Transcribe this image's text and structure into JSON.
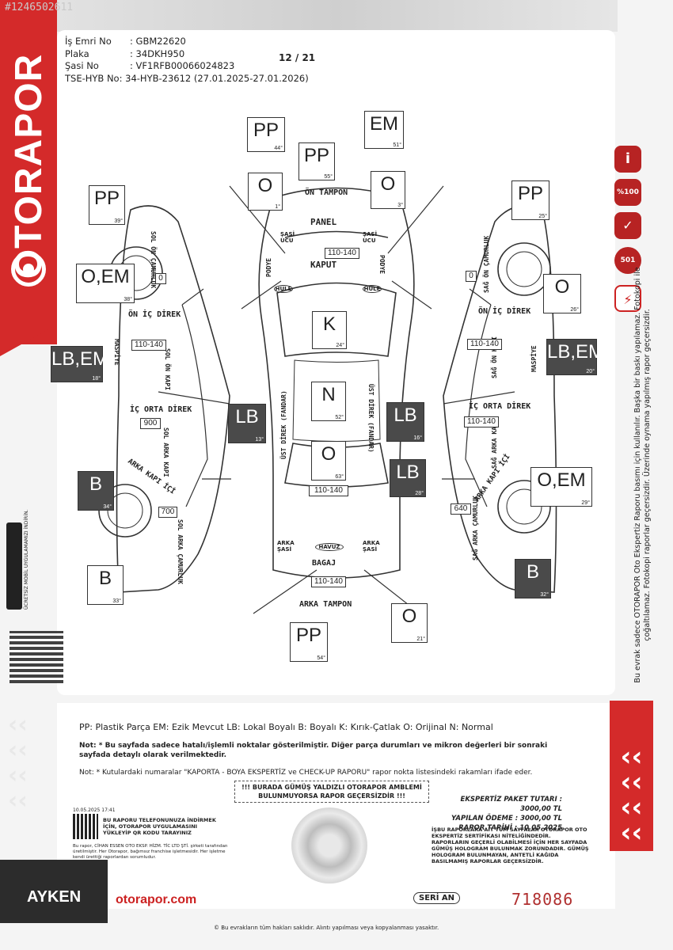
{
  "watermark": "#1246502611",
  "brand": "OTORAPOR",
  "header": {
    "rows": [
      {
        "label": "İş Emri No",
        "value": ": GBM22620"
      },
      {
        "label": "Plaka",
        "value": ": 34DKH950"
      },
      {
        "label": "Şasi No",
        "value": ": VF1RFB00066024823"
      },
      {
        "label": "TSE-HYB No",
        "value": ": 34-HYB-23612 (27.01.2025-27.01.2026)"
      }
    ],
    "page": "12 / 21"
  },
  "parts": {
    "on_tampon": "ÖN TAMPON",
    "panel": "PANEL",
    "kaput": "KAPUT",
    "sasi_ucu_l": "ŞASİ UCU",
    "sasi_ucu_r": "ŞASİ UCU",
    "podye_l": "PODYE",
    "podye_r": "PODYE",
    "hule_l": "HULE",
    "hule_r": "HULE",
    "ust_direk_l": "ÜST DİREK (FANDAR)",
    "ust_direk_r": "ÜST DİREK (FANDAR)",
    "arka_sasi_l": "ARKA ŞASİ",
    "arka_sasi_r": "ARKA ŞASİ",
    "havuz": "HAVUZ",
    "bagaj": "BAGAJ",
    "arka_tampon": "ARKA TAMPON",
    "sol_on_camurluk": "SOL ÖN ÇAMURLUK",
    "on_ic_direk_l": "ÖN İÇ DİREK",
    "maspiye_l": "MASPİYE",
    "sol_on_kapi": "SOL ÖN KAPI",
    "ic_orta_direk_l": "İÇ ORTA DİREK",
    "sol_arka_kapi": "SOL ARKA KAPI",
    "arka_kapi_ici_l": "ARKA KAPI İÇİ",
    "sol_arka_camurluk": "SOL ARKA ÇAMURLUK",
    "sag_on_camurluk": "SAĞ ÖN ÇAMURLUK",
    "on_ic_direk_r": "ÖN İÇ DİREK",
    "maspiye_r": "MASPİYE",
    "sag_on_kapi": "SAĞ ÖN KAPI",
    "ic_orta_direk_r": "İÇ ORTA DİREK",
    "sag_arka_kapi": "SAĞ ARKA KAPI",
    "arka_kapi_ici_r": "ARKA KAPI İÇİ",
    "sag_arka_camurluk": "SAĞ ARKA ÇAMURLUK"
  },
  "boxes": [
    {
      "id": "on-tampon-top",
      "code": "PP",
      "deg": "44°",
      "dark": false
    },
    {
      "id": "on-tampon",
      "code": "PP",
      "deg": "55°",
      "dark": false
    },
    {
      "id": "panel-right",
      "code": "EM",
      "deg": "51°",
      "dark": false
    },
    {
      "id": "sasi-left",
      "code": "O",
      "deg": "1°",
      "dark": false
    },
    {
      "id": "sasi-right",
      "code": "O",
      "deg": "3°",
      "dark": false
    },
    {
      "id": "sol-on-camurluk-a",
      "code": "PP",
      "deg": "39°",
      "dark": false
    },
    {
      "id": "sol-on-camurluk-b",
      "code": "O,EM",
      "deg": "38°",
      "dark": false
    },
    {
      "id": "sol-on-kapi",
      "code": "LB,EM",
      "deg": "18°",
      "dark": true
    },
    {
      "id": "ust-direk-left",
      "code": "LB",
      "deg": "13°",
      "dark": true
    },
    {
      "id": "sol-arka-kapi",
      "code": "B",
      "deg": "34°",
      "dark": true
    },
    {
      "id": "sol-arka-camurluk",
      "code": "B",
      "deg": "33°",
      "dark": false
    },
    {
      "id": "kaput",
      "code": "K",
      "deg": "24°",
      "dark": false
    },
    {
      "id": "tavan",
      "code": "N",
      "deg": "52°",
      "dark": false
    },
    {
      "id": "bagaj-top",
      "code": "O",
      "deg": "63°",
      "dark": false
    },
    {
      "id": "ust-direk-right",
      "code": "LB",
      "deg": "16°",
      "dark": true
    },
    {
      "id": "sag-arka-kapi-top",
      "code": "LB",
      "deg": "28°",
      "dark": true
    },
    {
      "id": "sag-on-camurluk-a",
      "code": "PP",
      "deg": "25°",
      "dark": false
    },
    {
      "id": "sag-on-camurluk-b",
      "code": "O",
      "deg": "26°",
      "dark": false
    },
    {
      "id": "sag-on-kapi",
      "code": "LB,EM",
      "deg": "20°",
      "dark": true
    },
    {
      "id": "sag-arka-kapi",
      "code": "O,EM",
      "deg": "29°",
      "dark": false
    },
    {
      "id": "sag-arka-camurluk",
      "code": "B",
      "deg": "32°",
      "dark": true
    },
    {
      "id": "bagaj",
      "code": "O",
      "deg": "21°",
      "dark": false
    },
    {
      "id": "arka-tampon",
      "code": "PP",
      "deg": "54°",
      "dark": false
    }
  ],
  "thickness": {
    "kaput": "110-140",
    "sol_on_camurluk": "0",
    "sol_on_kapi": "110-140",
    "sol_arka_kapi": "900",
    "sol_arka_camurluk": "700",
    "tavan": "110-140",
    "bagaj": "110-140",
    "sag_on_camurluk": "0",
    "sag_on_kapi": "110-140",
    "sag_arka_kapi": "110-140",
    "sag_arka_camurluk": "640"
  },
  "legend": "PP: Plastik Parça EM: Ezik Mevcut LB: Lokal Boyalı B: Boyalı K: Kırık-Çatlak O: Orijinal N: Normal",
  "note1": "Not: * Bu sayfada sadece hatalı/işlemli noktalar gösterilmiştir. Diğer parça durumları ve mikron değerleri bir sonraki sayfada detaylı olarak verilmektedir.",
  "note2": "Not: * Kutulardaki numaralar \"KAPORTA - BOYA EKSPERTİZ ve CHECK-UP RAPORU\" rapor nokta listesindeki rakamları ifade eder.",
  "holo_warning": "!!! BURADA GÜMÜŞ YALDIZLI OTORAPOR AMBLEMİ BULUNMUYORSA RAPOR GEÇERSİZDİR !!!",
  "fees": {
    "paket": "EKSPERTİZ PAKET TUTARI : 3000,00 TL",
    "odeme": "YAPILAN ÖDEME : 3000,00 TL",
    "tarih": "RAPOR TARİHİ : 10.05.2025"
  },
  "fine_print": "İŞBU RAPORLARA AİT TÜM SAYFALAR OTORAPOR OTO EKSPERTİZ SERTİFİKASI NİTELİĞİNDEDİR. RAPORLARIN GEÇERLİ OLABİLMESİ İÇİN HER SAYFADA GÜMÜŞ HOLOGRAM BULUNMAK ZORUNDADIR. GÜMÜŞ HOLOGRAM BULUNMAYAN, ANTETLİ KAĞIDA BASILMAMIŞ RAPORLAR GEÇERSİZDİR.",
  "qr_date": "10.05.2025 17:41",
  "qr_text": "BU RAPORU TELEFONUNUZA İNDİRMEK İÇİN, OTORAPOR UYGULAMASINI YÜKLEYİP QR KODU TARAYINIZ",
  "footer_fine": "Bu rapor, CİHAN ESSEN OTO EKSP. HİZM. TİC LTD ŞTİ. şirketi tarafından üretilmiştir. Her Otorapor, bağımsız franchise işletmesidir. Her işletme kendi ürettiği raporlardan sorumludur.",
  "right_notice": "Bu evrak sadece OTORAPOR Oto Ekspertiz Raporu basımı için kullanılır. Başka bir baskı yapılamaz. Fotokopi ile çoğaltılamaz. Fotokopi raporlar geçersizdir. Üzerinde oynama yapılmış rapor geçersizdir.",
  "badges": [
    "i",
    "%100",
    "✓",
    "501",
    "⚡"
  ],
  "store_text": "ÜCRETSİZ MOBİL UYGULAMAMIZI İNDİRİN.",
  "url": "otorapor.com",
  "ayken": "AYKEN",
  "seri": "SERİ AN",
  "serial": "718086",
  "copyright": "© Bu evrakların tüm hakları saklıdır. Alıntı yapılması veya kopyalanması yasaktır.",
  "colors": {
    "red": "#d42a2a",
    "dark_box": "#4a4a4a"
  }
}
